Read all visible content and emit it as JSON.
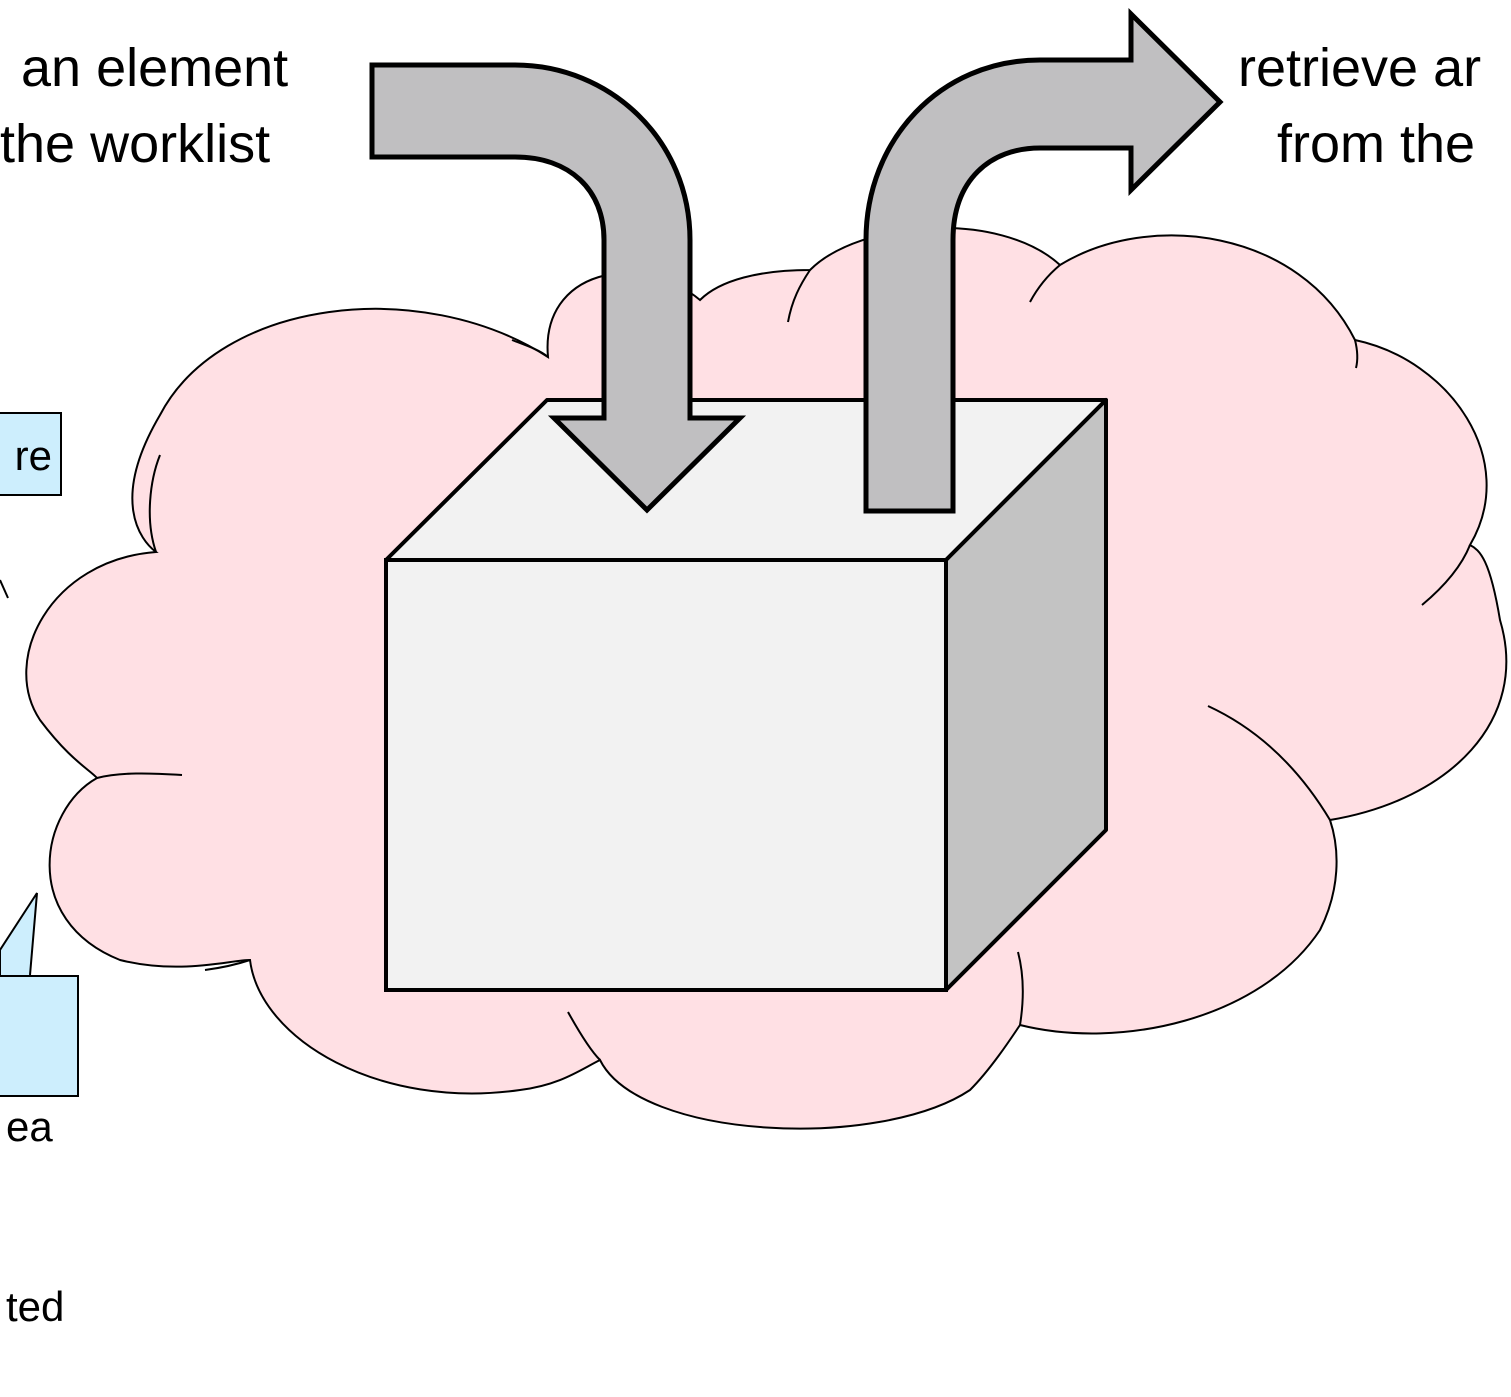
{
  "labels": {
    "insert_line1": " an element",
    "insert_line2": "the worklist",
    "retrieve_line1": "retrieve ar",
    "retrieve_line2": "from the"
  },
  "callouts": {
    "upper": "re",
    "lower_line1": "ea",
    "lower_line2": "ted"
  },
  "icons": {
    "container": "box-icon",
    "insert": "arrow-down-icon",
    "retrieve": "arrow-right-icon",
    "area": "cloud-icon"
  },
  "colors": {
    "cloud_fill": "#ffe0e4",
    "arrow_fill": "#c0bfc1",
    "box_front": "#f2f2f2",
    "box_side": "#c3c3c3",
    "callout_fill": "#cdeefd"
  }
}
